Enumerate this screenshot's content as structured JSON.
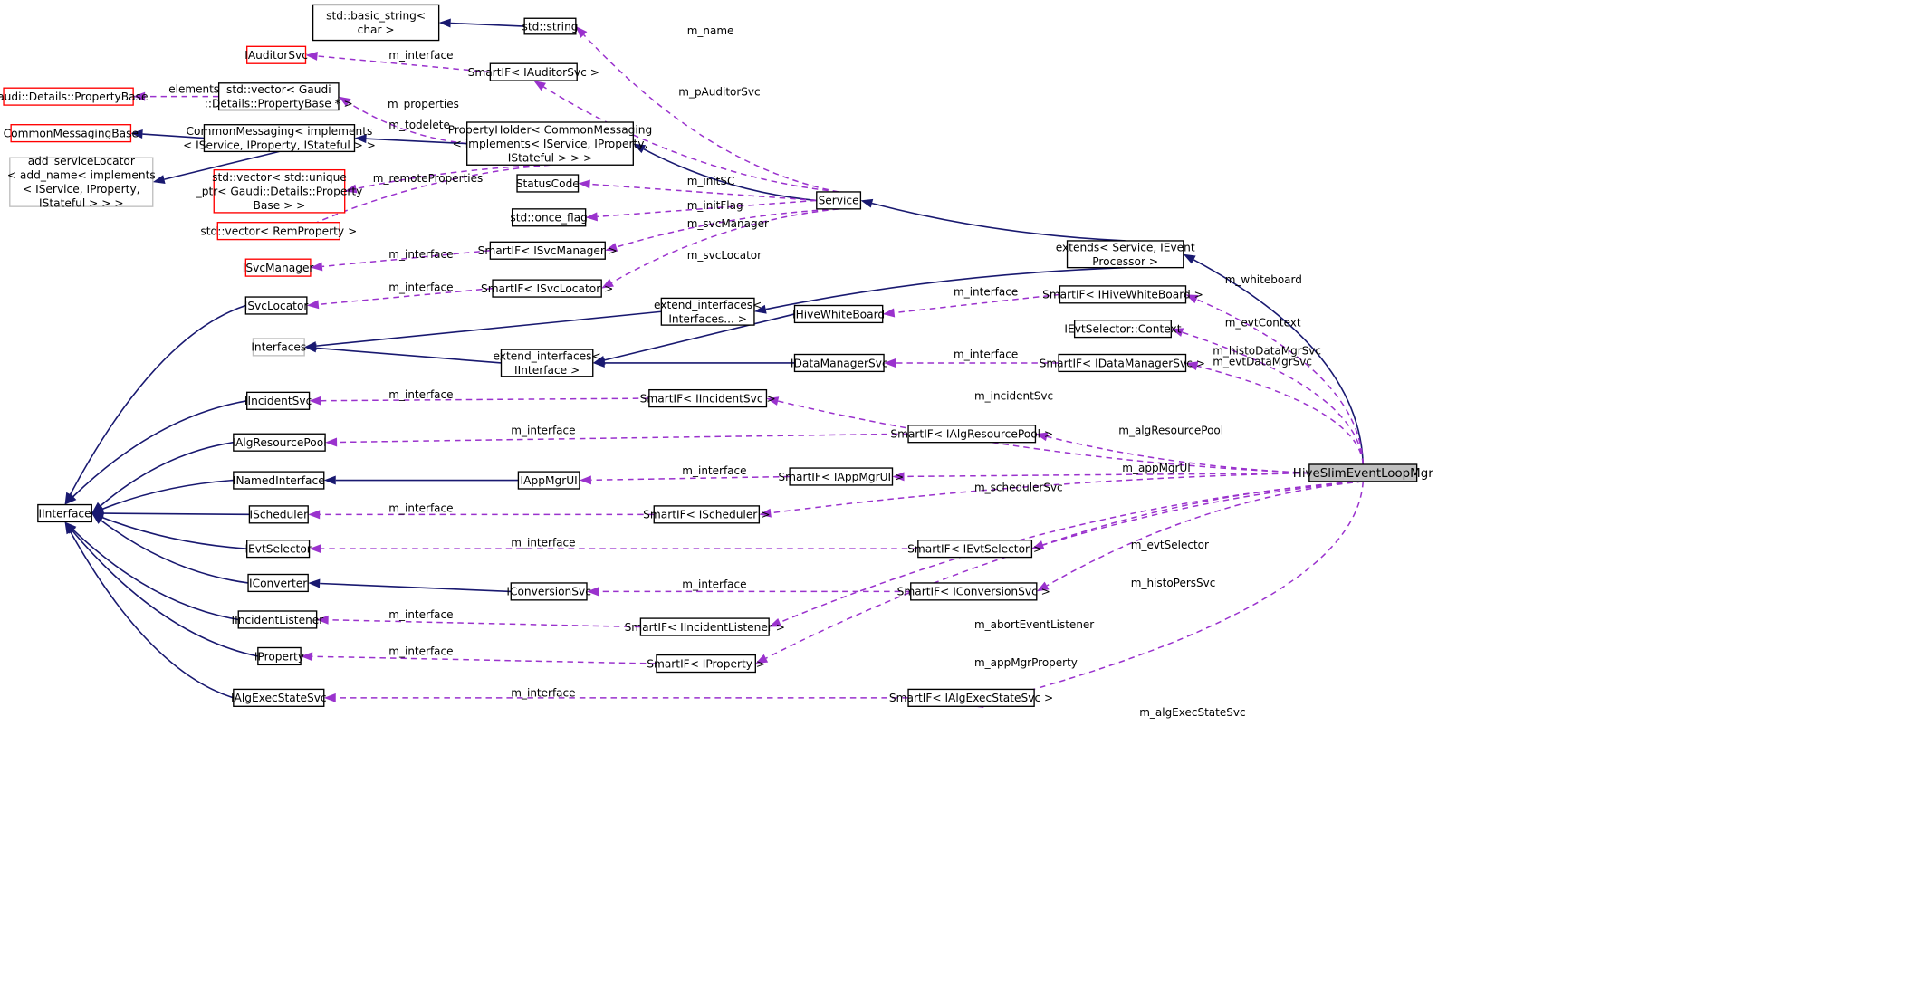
{
  "nodes": {
    "basic_string": [
      "std::basic_string<",
      "char >"
    ],
    "string": [
      "std::string"
    ],
    "iauditorsvc": [
      "IAuditorSvc"
    ],
    "smartif_auditor": [
      "SmartIF< IAuditorSvc >"
    ],
    "propertybase": [
      "Gaudi::Details::PropertyBase"
    ],
    "vector_propbase": [
      "std::vector< Gaudi",
      "::Details::PropertyBase * >"
    ],
    "commonmessagingbase": [
      "CommonMessagingBase"
    ],
    "commonmessaging": [
      "CommonMessaging< implements",
      "< IService, IProperty, IStateful > >"
    ],
    "propertyholder": [
      "PropertyHolder< CommonMessaging",
      "< implements< IService, IProperty,",
      "IStateful > > >"
    ],
    "add_servicelocator": [
      "add_serviceLocator",
      "< add_name< implements",
      "< IService, IProperty,",
      "IStateful > > >"
    ],
    "vector_unique": [
      "std::vector< std::unique",
      "_ptr< Gaudi::Details::Property",
      "Base > >"
    ],
    "vector_remprop": [
      "std::vector< RemProperty >"
    ],
    "statuscode": [
      "StatusCode"
    ],
    "once_flag": [
      "std::once_flag"
    ],
    "service": [
      "Service"
    ],
    "isvcmanager": [
      "ISvcManager"
    ],
    "smartif_svcmanager": [
      "SmartIF< ISvcManager >"
    ],
    "extends": [
      "extends< Service, IEvent",
      "Processor >"
    ],
    "isvclocator": [
      "ISvcLocator"
    ],
    "smartif_svclocator": [
      "SmartIF< ISvcLocator >"
    ],
    "extend_interfaces_var": [
      "extend_interfaces<",
      "Interfaces... >"
    ],
    "smartif_whiteboard": [
      "SmartIF< IHiveWhiteBoard >"
    ],
    "ihivewhiteboard": [
      "IHiveWhiteBoard"
    ],
    "ievtselector_context": [
      "IEvtSelector::Context"
    ],
    "interfaces": [
      "Interfaces"
    ],
    "extend_interfaces_iinterface": [
      "extend_interfaces<",
      "IInterface >"
    ],
    "idatamanagersvc": [
      "IDataManagerSvc"
    ],
    "smartif_datamanager": [
      "SmartIF< IDataManagerSvc >"
    ],
    "iincidentsvc": [
      "IIncidentSvc"
    ],
    "smartif_incident": [
      "SmartIF< IIncidentSvc >"
    ],
    "ialgresourcepool": [
      "IAlgResourcePool"
    ],
    "smartif_algresource": [
      "SmartIF< IAlgResourcePool >"
    ],
    "inamedinterface": [
      "INamedInterface"
    ],
    "iappmgrui": [
      "IAppMgrUI"
    ],
    "smartif_appmgrui": [
      "SmartIF< IAppMgrUI >"
    ],
    "hive": [
      "HiveSlimEventLoopMgr"
    ],
    "iinterface": [
      "IInterface"
    ],
    "ischeduler": [
      "IScheduler"
    ],
    "smartif_scheduler": [
      "SmartIF< IScheduler >"
    ],
    "ievtselector": [
      "IEvtSelector"
    ],
    "smartif_evtselector": [
      "SmartIF< IEvtSelector >"
    ],
    "iconverter": [
      "IConverter"
    ],
    "iconversionsvc": [
      "IConversionSvc"
    ],
    "smartif_conversion": [
      "SmartIF< IConversionSvc >"
    ],
    "iincidentlistener": [
      "IIncidentListener"
    ],
    "smartif_incidentlistener": [
      "SmartIF< IIncidentListener >"
    ],
    "iproperty": [
      "IProperty"
    ],
    "smartif_property": [
      "SmartIF< IProperty >"
    ],
    "ialgexecstatesvc": [
      "IAlgExecStateSvc"
    ],
    "smartif_algexec": [
      "SmartIF< IAlgExecStateSvc >"
    ]
  },
  "edge_labels": {
    "m_name": "m_name",
    "m_interface_auditor": "m_interface",
    "m_pauditorsvc": "m_pAuditorSvc",
    "elements": "elements",
    "m_properties": "m_properties",
    "m_todelete": "m_todelete",
    "m_remoteproperties": "m_remoteProperties",
    "m_initsc": "m_initSC",
    "m_initflag": "m_initFlag",
    "m_svcmanager": "m_svcManager",
    "m_interface_svcmanager": "m_interface",
    "m_svclocator": "m_svcLocator",
    "m_interface_svclocator": "m_interface",
    "m_whiteboard": "m_whiteboard",
    "m_interface_whiteboard": "m_interface",
    "m_evtcontext": "m_evtContext",
    "m_histodatamgrsvc": "m_histoDataMgrSvc",
    "m_evtdatamgrsvc": "m_evtDataMgrSvc",
    "m_interface_datamanager": "m_interface",
    "m_interface_incident": "m_interface",
    "m_incidentsvc": "m_incidentSvc",
    "m_interface_algresource": "m_interface",
    "m_algresourcepool": "m_algResourcePool",
    "m_interface_appmgrui": "m_interface",
    "m_appmgrui": "m_appMgrUI",
    "m_schedulersvc": "m_schedulerSvc",
    "m_interface_scheduler": "m_interface",
    "m_interface_evtselector": "m_interface",
    "m_evtselector": "m_evtSelector",
    "m_interface_conversion": "m_interface",
    "m_histopersvc": "m_histoPersSvc",
    "m_interface_incidentlistener": "m_interface",
    "m_aborteventlistener": "m_abortEventListener",
    "m_interface_property": "m_interface",
    "m_appmgrproperty": "m_appMgrProperty",
    "m_interface_algexec": "m_interface",
    "m_algexecstatesvc": "m_algExecStateSvc"
  },
  "colors": {
    "inheritance_edge": "#191970",
    "usage_edge": "#9a32cd",
    "missing_doc_border": "#ff0000",
    "external_border": "#bfbfbf",
    "highlight_fill": "#bfbfbf"
  }
}
